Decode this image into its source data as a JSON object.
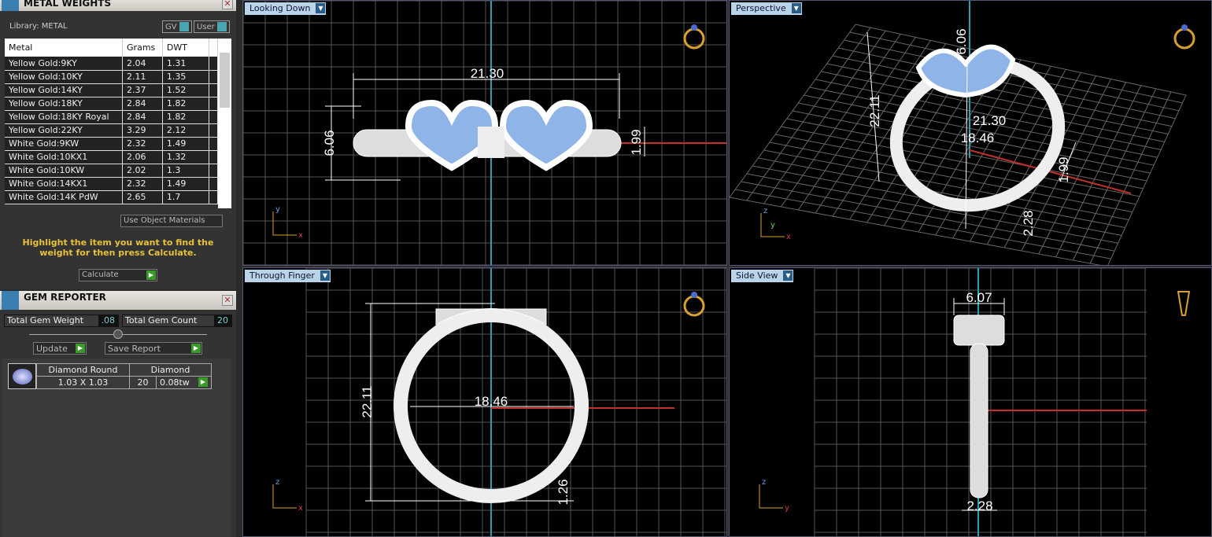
{
  "metal_weights": {
    "title": "METAL WEIGHTS",
    "library": "Library: METAL",
    "gv": "GV",
    "user": "User",
    "columns": [
      "Metal",
      "Grams",
      "DWT"
    ],
    "rows": [
      [
        "Yellow Gold:9KY",
        "2.04",
        "1.31"
      ],
      [
        "Yellow Gold:10KY",
        "2.11",
        "1.35"
      ],
      [
        "Yellow Gold:14KY",
        "2.37",
        "1.52"
      ],
      [
        "Yellow Gold:18KY",
        "2.84",
        "1.82"
      ],
      [
        "Yellow Gold:18KY Royal",
        "2.84",
        "1.82"
      ],
      [
        "Yellow Gold:22KY",
        "3.29",
        "2.12"
      ],
      [
        "White Gold:9KW",
        "2.32",
        "1.49"
      ],
      [
        "White Gold:10KX1",
        "2.06",
        "1.32"
      ],
      [
        "White Gold:10KW",
        "2.02",
        "1.3"
      ],
      [
        "White Gold:14KX1",
        "2.32",
        "1.49"
      ],
      [
        "White Gold:14K PdW",
        "2.65",
        "1.7"
      ]
    ],
    "use_object_materials": "Use Object Materials",
    "hint": "Highlight the item you want to find the weight for then press Calculate.",
    "calculate": "Calculate"
  },
  "gem_reporter": {
    "title": "GEM REPORTER",
    "total_weight_label": "Total Gem Weight",
    "total_weight": ".08",
    "total_count_label": "Total Gem Count",
    "total_count": "20",
    "update": "Update",
    "save_report": "Save Report",
    "gem": {
      "shape": "Diamond Round",
      "type": "Diamond",
      "size": "1.03 X 1.03",
      "count": "20",
      "weight": "0.08tw"
    }
  },
  "viewports": {
    "top": {
      "label": "Looking Down",
      "dims": [
        "21.30",
        "6.06",
        "1.99"
      ],
      "axes": [
        "y",
        "x"
      ]
    },
    "persp": {
      "label": "Perspective",
      "dims": [
        "21.30",
        "18.46",
        "22.11",
        "6.06",
        "1.99",
        "2.28"
      ],
      "axes": [
        "z",
        "y",
        "x"
      ]
    },
    "front": {
      "label": "Through Finger",
      "dims": [
        "22.11",
        "18.46",
        "1.26"
      ],
      "axes": [
        "z",
        "x"
      ]
    },
    "side": {
      "label": "Side View",
      "dims": [
        "6.07",
        "2.28"
      ],
      "axes": [
        "z",
        "y"
      ]
    }
  },
  "colors": {
    "accent_blue": "#b9d4e8",
    "gem_blue": "#8fb4e8",
    "axis_red": "#c0302a",
    "axis_cyan": "#2aa0b0",
    "hint_yellow": "#e8c23a"
  }
}
